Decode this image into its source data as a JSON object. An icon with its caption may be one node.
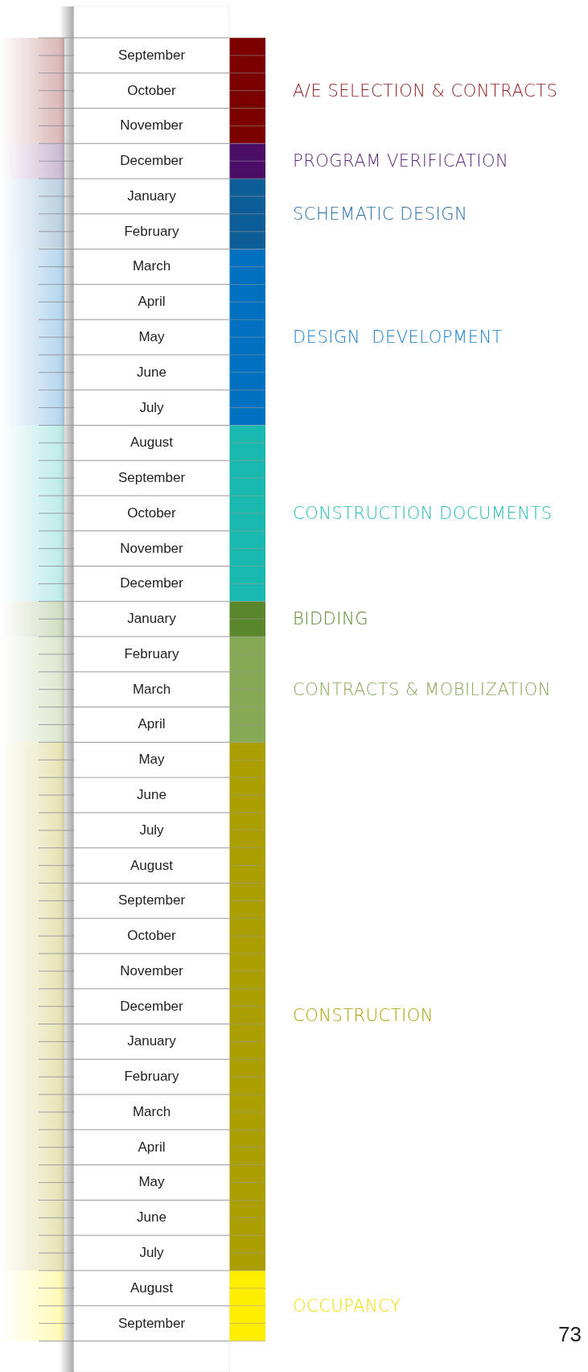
{
  "diagram": {
    "nodes": [
      {
        "text": [
          "A/E SELECTION & CONTRACTS"
        ]
      },
      {
        "text": [
          "PROGRAM VERIFICATION"
        ]
      },
      {
        "text": [
          "SCHEMATIC DESIGN"
        ]
      },
      {
        "text": [
          "DESIGN  DEVELOPMENT"
        ]
      },
      {
        "text": [
          "CONSTRUCTION DOCUMENTS"
        ]
      },
      {
        "text": [
          "BIDDING"
        ]
      },
      {
        "text": [
          "CONTRACTS & MOBILIZATION"
        ]
      },
      {
        "text": [
          "CONSTRUCTION"
        ]
      },
      {
        "text": [
          "OCCUPANCY"
        ]
      }
    ],
    "edges": [],
    "labels": [
      "September",
      "October",
      "November",
      "December",
      "January",
      "February",
      "March",
      "April",
      "May",
      "June",
      "July",
      "August",
      "September",
      "October",
      "November",
      "December",
      "January",
      "February",
      "March",
      "April",
      "May",
      "June",
      "July",
      "August",
      "September",
      "October",
      "November",
      "December",
      "January",
      "February",
      "March",
      "April",
      "May",
      "June",
      "July",
      "August",
      "September",
      "73"
    ]
  }
}
